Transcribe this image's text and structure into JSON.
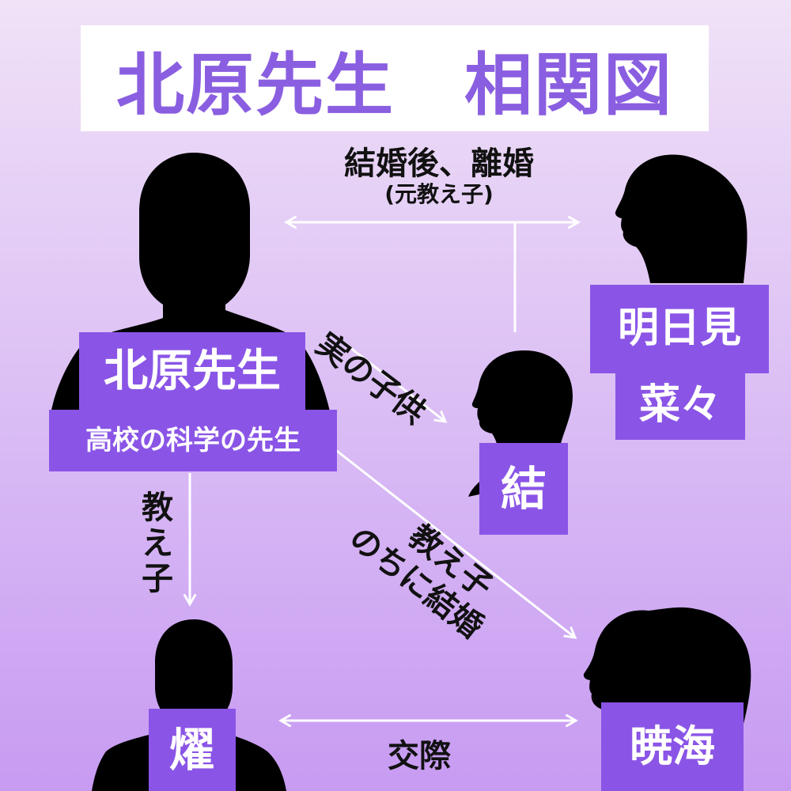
{
  "title": "北原先生　相関図",
  "colors": {
    "background_top": "#f0e2f7",
    "background_bottom": "#c79bf2",
    "accent": "#8a55e6",
    "title_text": "#8a5ee0",
    "arrow": "#ffffff",
    "silhouette": "#000000"
  },
  "people": {
    "kitahara": {
      "name": "北原先生",
      "role": "高校の科学の先生"
    },
    "asumi": {
      "name_line1": "明日見",
      "name_line2": "菜々"
    },
    "yui": {
      "name": "結"
    },
    "hikaru": {
      "name": "燿"
    },
    "akemi": {
      "name": "暁海"
    }
  },
  "relations": {
    "marriage": {
      "line1": "結婚後、離婚",
      "line2": "(元教え子)"
    },
    "biological_child": {
      "text": "実の子供"
    },
    "student_vertical": {
      "chars": [
        "教",
        "え",
        "子"
      ]
    },
    "student_married": {
      "line1": "教え子",
      "line2": "のちに結婚"
    },
    "dating": {
      "text": "交際"
    }
  }
}
